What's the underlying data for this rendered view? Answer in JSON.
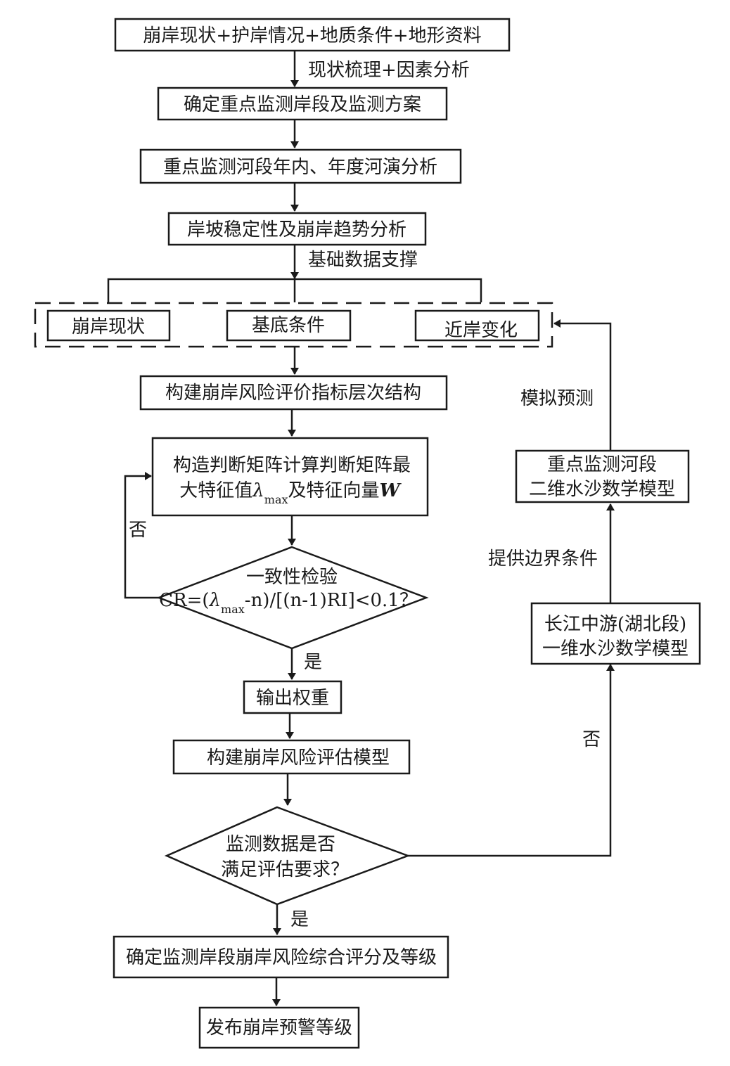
{
  "nodes": {
    "n1": "崩岸现状+护岸情况+地质条件+地形资料",
    "n2": "确定重点监测岸段及监测方案",
    "n3": "重点监测河段年内、年度河演分析",
    "n4": "岸坡稳定性及崩岸趋势分析",
    "g1": "崩岸现状",
    "g2": "基底条件",
    "g3": "近岸变化",
    "n5": "构建崩岸风险评价指标层次结构",
    "n6_line1": "构造判断矩阵计算判断矩阵最",
    "n6_line2_pre": "大特征值",
    "n6_lambda": "λ",
    "n6_sub": "max",
    "n6_line2_post": "及特征向量",
    "n6_bold": "W",
    "d1_line1": "一致性检验",
    "d1_cr": "CR=(",
    "d1_lambda": "λ",
    "d1_sub": "max",
    "d1_rest": "-n)/[(n-1)RI]<0.1？",
    "n7": "输出权重",
    "n8": "构建崩岸风险评估模型",
    "d2_line1": "监测数据是否",
    "d2_line2": "满足评估要求？",
    "n9": "确定监测岸段崩岸风险综合评分及等级",
    "n10": "发布崩岸预警等级",
    "r1_line1": "长江中游(湖北段)",
    "r1_line2": "一维水沙数学模型",
    "r2_line1": "重点监测河段",
    "r2_line2": "二维水沙数学模型"
  },
  "edge_labels": {
    "e1": "现状梳理+因素分析",
    "e2": "基础数据支撑",
    "no_loop": "否",
    "yes1": "是",
    "yes2": "是",
    "no_right": "否",
    "provide": "提供边界条件",
    "simulate": "模拟预测"
  }
}
